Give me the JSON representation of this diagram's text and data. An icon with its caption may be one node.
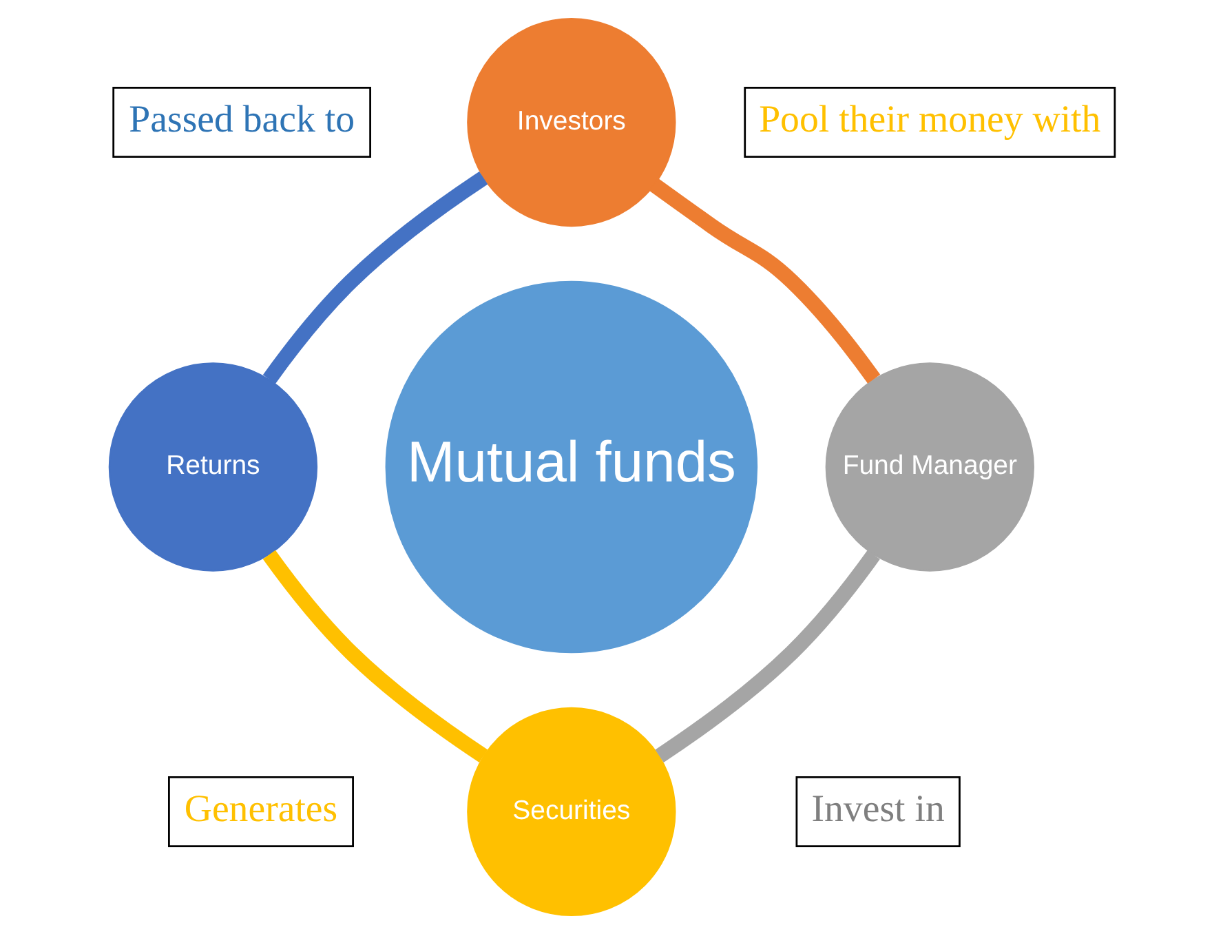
{
  "diagram": {
    "nodes": [
      {
        "text": [
          "Mutual funds"
        ]
      },
      {
        "text": [
          "Investors"
        ]
      },
      {
        "text": [
          "Fund Manager"
        ]
      },
      {
        "text": [
          "Securities"
        ]
      },
      {
        "text": [
          "Returns"
        ]
      },
      {
        "text": [
          "Passed back to"
        ]
      },
      {
        "text": [
          "Pool their money with"
        ]
      },
      {
        "text": [
          "Generates"
        ]
      },
      {
        "text": [
          "Invest in"
        ]
      }
    ],
    "edges": [
      {
        "from": 1,
        "to": 2,
        "arrow": "none",
        "color": "#ed7d31"
      },
      {
        "from": 2,
        "to": 3,
        "arrow": "none",
        "color": "#a5a5a5"
      },
      {
        "from": 3,
        "to": 4,
        "arrow": "none",
        "color": "#ffc000"
      },
      {
        "from": 4,
        "to": 1,
        "arrow": "none",
        "color": "#4472c4"
      }
    ]
  }
}
